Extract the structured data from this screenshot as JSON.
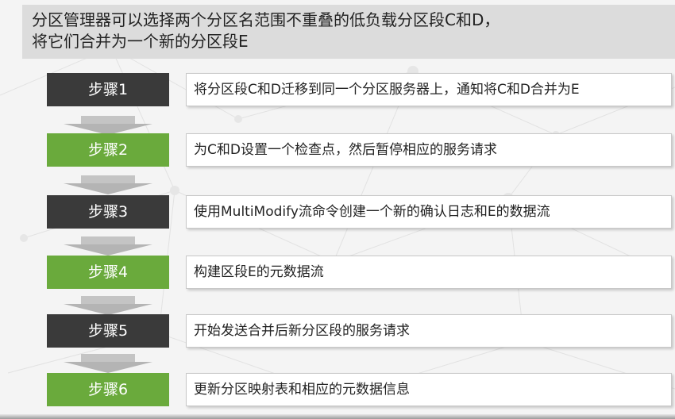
{
  "header": {
    "line1": "分区管理器可以选择两个分区名范围不重叠的低负载分区段C和D，",
    "line2": "将它们合并为一个新的分区段E"
  },
  "steps": [
    {
      "label": "步骤1",
      "desc": "将分区段C和D迁移到同一个分区服务器上，通知将C和D合并为E",
      "color": "#3a3a3a"
    },
    {
      "label": "步骤2",
      "desc": "为C和D设置一个检查点，然后暂停相应的服务请求",
      "color": "#6aaa3c"
    },
    {
      "label": "步骤3",
      "desc": "使用MultiModify流命令创建一个新的确认日志和E的数据流",
      "color": "#3a3a3a"
    },
    {
      "label": "步骤4",
      "desc": "构建区段E的元数据流",
      "color": "#6aaa3c"
    },
    {
      "label": "步骤5",
      "desc": "开始发送合并后新分区段的服务请求",
      "color": "#3a3a3a"
    },
    {
      "label": "步骤6",
      "desc": "更新分区映射表和相应的元数据信息",
      "color": "#6aaa3c"
    }
  ]
}
